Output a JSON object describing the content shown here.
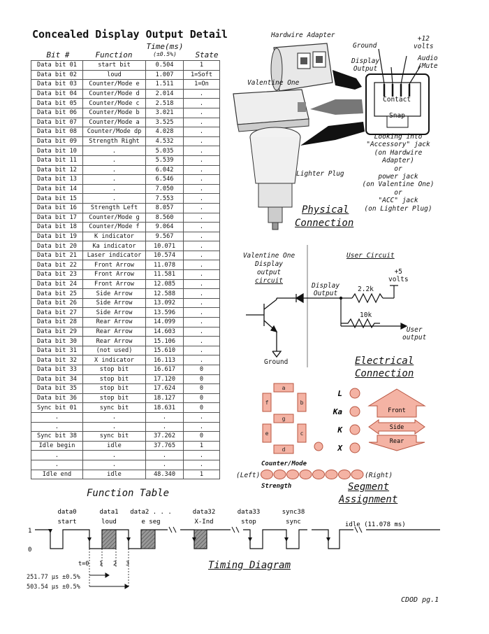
{
  "page": {
    "title": "Concealed Display Output Detail",
    "page_number": "CDOD pg.1"
  },
  "table": {
    "headers": {
      "bit": "Bit #",
      "function": "Function",
      "time": "Time(ms)",
      "tolerance": "(±0.5%)",
      "state": "State"
    },
    "rows": [
      [
        "Data bit 01",
        "start bit",
        "0.504",
        "1"
      ],
      [
        "Data bit 02",
        "loud",
        "1.007",
        "1=Soft"
      ],
      [
        "Data bit 03",
        "Counter/Mode e",
        "1.511",
        "1=On"
      ],
      [
        "Data bit 04",
        "Counter/Mode d",
        "2.014",
        "."
      ],
      [
        "Data bit 05",
        "Counter/Mode c",
        "2.518",
        "."
      ],
      [
        "Data bit 06",
        "Counter/Mode b",
        "3.021",
        "."
      ],
      [
        "Data bit 07",
        "Counter/Mode a",
        "3.525",
        "."
      ],
      [
        "Data bit 08",
        "Counter/Mode dp",
        "4.028",
        "."
      ],
      [
        "Data bit 09",
        "Strength Right",
        "4.532",
        "."
      ],
      [
        "Data bit 10",
        ".",
        "5.035",
        "."
      ],
      [
        "Data bit 11",
        ".",
        "5.539",
        "."
      ],
      [
        "Data bit 12",
        ".",
        "6.042",
        "."
      ],
      [
        "Data bit 13",
        ".",
        "6.546",
        "."
      ],
      [
        "Data bit 14",
        ".",
        "7.050",
        "."
      ],
      [
        "Data bit 15",
        ".",
        "7.553",
        "."
      ],
      [
        "Data bit 16",
        "Strength Left",
        "8.057",
        "."
      ],
      [
        "Data bit 17",
        "Counter/Mode g",
        "8.560",
        "."
      ],
      [
        "Data bit 18",
        "Counter/Mode f",
        "9.064",
        "."
      ],
      [
        "Data bit 19",
        "K indicator",
        "9.567",
        "."
      ],
      [
        "Data bit 20",
        "Ka indicator",
        "10.071",
        "."
      ],
      [
        "Data bit 21",
        "Laser indicator",
        "10.574",
        "."
      ],
      [
        "Data bit 22",
        "Front Arrow",
        "11.078",
        "."
      ],
      [
        "Data bit 23",
        "Front Arrow",
        "11.581",
        "."
      ],
      [
        "Data bit 24",
        "Front Arrow",
        "12.085",
        "."
      ],
      [
        "Data bit 25",
        "Side Arrow",
        "12.588",
        "."
      ],
      [
        "Data bit 26",
        "Side Arrow",
        "13.092",
        "."
      ],
      [
        "Data bit 27",
        "Side Arrow",
        "13.596",
        "."
      ],
      [
        "Data bit 28",
        "Rear Arrow",
        "14.099",
        "."
      ],
      [
        "Data bit 29",
        "Rear Arrow",
        "14.603",
        "."
      ],
      [
        "Data bit 30",
        "Rear Arrow",
        "15.106",
        "."
      ],
      [
        "Data bit 31",
        "(not used)",
        "15.610",
        "."
      ],
      [
        "Data bit 32",
        "X indicator",
        "16.113",
        "."
      ],
      [
        "Data bit 33",
        "stop bit",
        "16.617",
        "0"
      ],
      [
        "Data bit 34",
        "stop bit",
        "17.120",
        "0"
      ],
      [
        "Data bit 35",
        "stop bit",
        "17.624",
        "0"
      ],
      [
        "Data bit 36",
        "stop bit",
        "18.127",
        "0"
      ],
      [
        "Sync bit 01",
        "sync bit",
        "18.631",
        "0"
      ],
      [
        ".",
        ".",
        ".",
        "."
      ],
      [
        ".",
        ".",
        ".",
        "."
      ],
      [
        "Sync bit 38",
        "sync bit",
        "37.262",
        "0"
      ],
      [
        "Idle begin",
        "idle",
        "37.765",
        "1"
      ],
      [
        ".",
        ".",
        ".",
        "."
      ],
      [
        ".",
        ".",
        ".",
        "."
      ],
      [
        "Idle end",
        "idle",
        "48.340",
        "1"
      ]
    ],
    "caption": "Function Table"
  },
  "physical": {
    "hardwire_adapter": "Hardwire Adapter",
    "valentine_one": "Valentine One",
    "lighter_plug": "Lighter Plug",
    "ground": "Ground",
    "display_output": [
      "Display",
      "Output"
    ],
    "plus12": [
      "+12",
      "volts"
    ],
    "audio_mute": [
      "Audio",
      "/Mute"
    ],
    "contact": "Contact",
    "snap": "Snap",
    "note": [
      "Looking into",
      "\"Accessory\" jack",
      "(on Hardwire",
      "Adapter)",
      "or",
      "power jack",
      "(on Valentine One)",
      "or",
      "\"ACC\" jack",
      "(on Lighter Plug)"
    ],
    "caption": [
      "Physical",
      "Connection"
    ]
  },
  "electrical": {
    "v1_label": [
      "Valentine One",
      "Display",
      "output",
      "circuit"
    ],
    "user_circuit": "User Circuit",
    "plus5": [
      "+5",
      "volts"
    ],
    "display_output": [
      "Display",
      "Output"
    ],
    "r1": "2.2k",
    "r2": "10k",
    "user_output": [
      "User",
      "output"
    ],
    "ground": "Ground",
    "caption": [
      "Electrical",
      "Connection"
    ]
  },
  "segments": {
    "seven_seg": [
      "a",
      "b",
      "c",
      "d",
      "e",
      "f",
      "g"
    ],
    "band_labels": [
      "L",
      "Ka",
      "K",
      "X"
    ],
    "arrows": [
      "Front",
      "Side",
      "Rear"
    ],
    "counter_mode": "Counter/Mode",
    "left": "(Left)",
    "right": "(Right)",
    "strength": "Strength",
    "caption": [
      "Segment",
      "Assignment"
    ],
    "colors": {
      "fill": "#f4b3a4",
      "stroke": "#b8543f"
    }
  },
  "timing": {
    "labels_top": [
      [
        "data0",
        "start"
      ],
      [
        "data1",
        "loud"
      ],
      [
        "data2 . . .",
        "e seg"
      ],
      [
        "data32",
        "X-Ind"
      ],
      [
        "data33",
        "stop"
      ],
      [
        "sync38",
        "sync"
      ]
    ],
    "idle": "idle (11.078 ms)",
    "level_high": "1",
    "level_low": "0",
    "ticks": [
      "t=0",
      "1",
      "2",
      "3"
    ],
    "measure1": "251.77 µs ±0.5%",
    "measure2": "503.54 µs ±0.5%",
    "caption": "Timing Diagram"
  }
}
